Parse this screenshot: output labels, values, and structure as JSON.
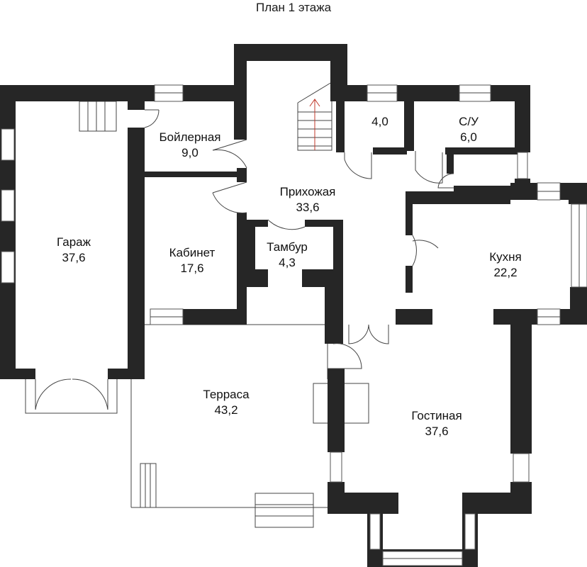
{
  "title": "План 1 этажа",
  "rooms": {
    "boiler": {
      "name": "Бойлерная",
      "area": "9,0"
    },
    "hall": {
      "name": "Прихожая",
      "area": "33,6"
    },
    "storage": {
      "name": "",
      "area": "4,0"
    },
    "wc": {
      "name": "С/У",
      "area": "6,0"
    },
    "garage": {
      "name": "Гараж",
      "area": "37,6"
    },
    "office": {
      "name": "Кабинет",
      "area": "17,6"
    },
    "vestibule": {
      "name": "Тамбур",
      "area": "4,3"
    },
    "kitchen": {
      "name": "Кухня",
      "area": "22,2"
    },
    "terrace": {
      "name": "Терраса",
      "area": "43,2"
    },
    "living": {
      "name": "Гостиная",
      "area": "37,6"
    }
  },
  "colors": {
    "wall": "#262626",
    "line": "#444444",
    "background": "#ffffff",
    "stair_arrow": "#c0392b"
  }
}
